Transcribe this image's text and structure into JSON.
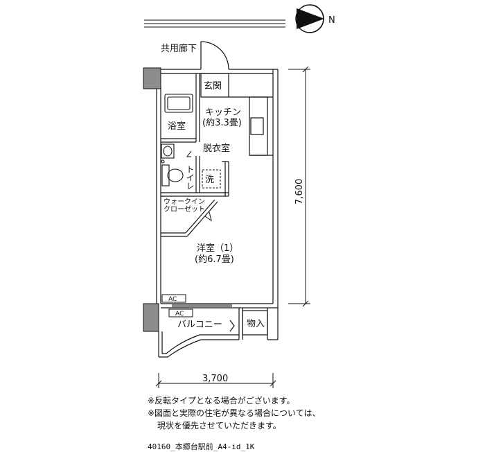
{
  "compass": {
    "north_label": "N"
  },
  "rooms": {
    "corridor": "共用廊下",
    "entrance": "玄関",
    "kitchen_line1": "キッチン",
    "kitchen_line2": "(約3.3畳)",
    "bath": "浴室",
    "dressing": "脱衣室",
    "toilet": "トイレ",
    "washer": "洗",
    "closet_line1": "ウォークイン",
    "closet_line2": "クローゼット",
    "western_line1": "洋室（1）",
    "western_line2": "(約6.7畳)",
    "ac_upper": "AC",
    "ac_lower": "AC",
    "balcony": "バルコニー",
    "storage": "物入"
  },
  "dimensions": {
    "depth": "7,600",
    "width": "3,700"
  },
  "notes": {
    "line1": "※反転タイプとなる場合がございます。",
    "line2": "※図面と実際の住宅が異なる場合については、",
    "line3": "現状を優先させていただきます。"
  },
  "file_id": "40160_本郷台駅前_A4-id_1K"
}
